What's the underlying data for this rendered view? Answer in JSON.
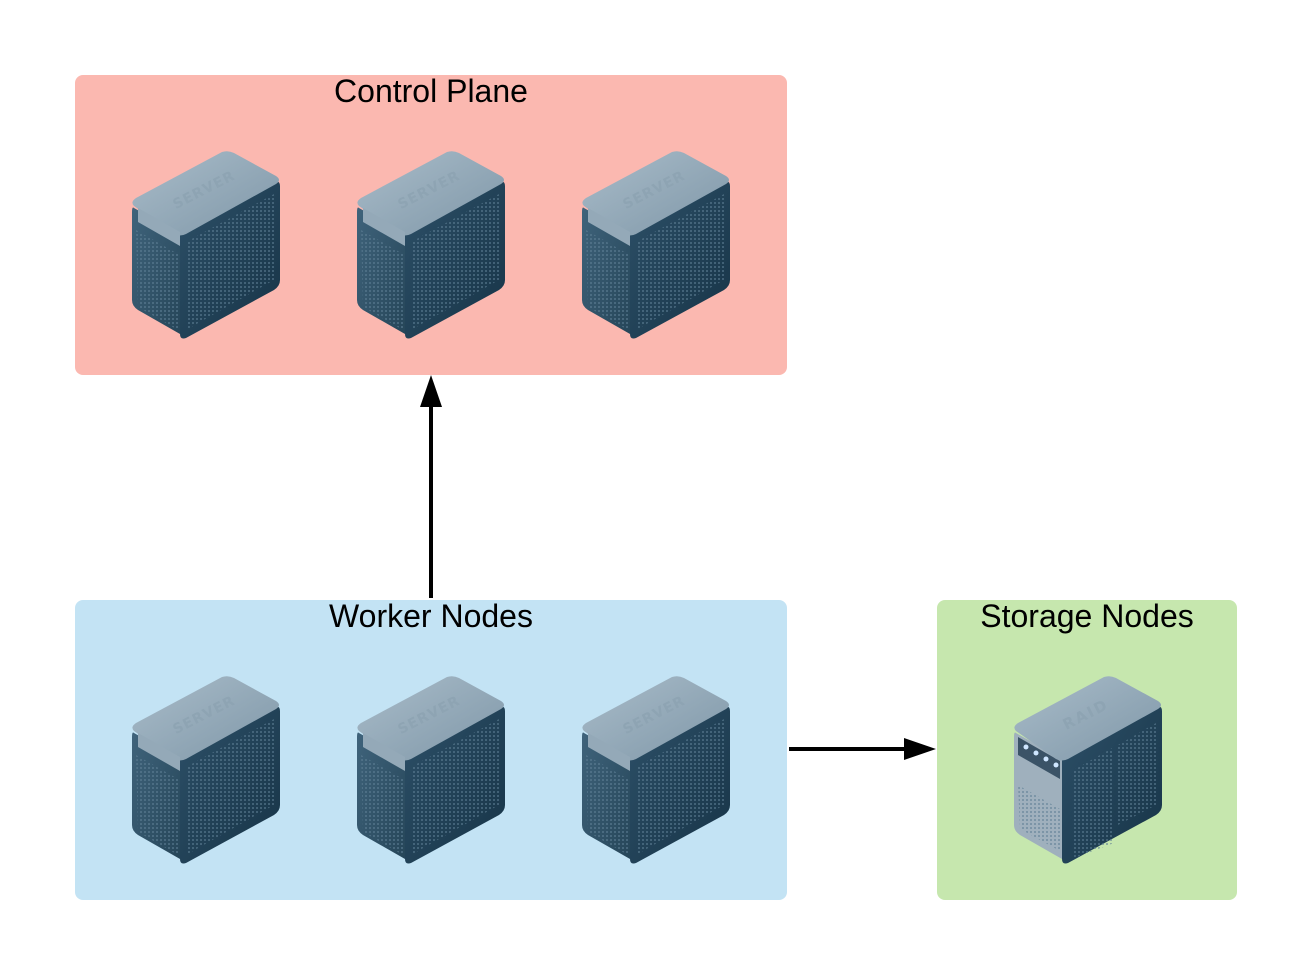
{
  "groups": {
    "control_plane": {
      "title": "Control Plane",
      "color": "#fbb8b0"
    },
    "worker_nodes": {
      "title": "Worker Nodes",
      "color": "#c3e3f4"
    },
    "storage_nodes": {
      "title": "Storage Nodes",
      "color": "#c6e7ae"
    }
  },
  "devices": {
    "server_label": "SERVER",
    "raid_label": "RAID"
  },
  "icons": {
    "server": "server-icon",
    "raid": "raid-storage-icon"
  },
  "edges": [
    {
      "from": "Worker Nodes",
      "to": "Control Plane"
    },
    {
      "from": "Worker Nodes",
      "to": "Storage Nodes"
    }
  ]
}
